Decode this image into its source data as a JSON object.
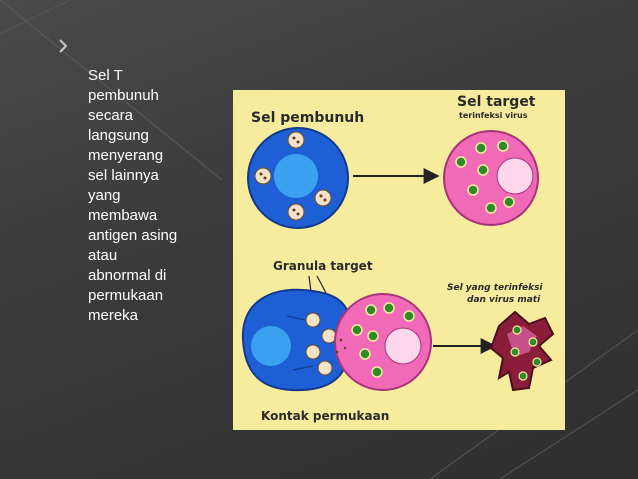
{
  "slide": {
    "body_text": "Sel T\npembunuh\nsecara\nlangsung\nmenyerang\nsel lainnya\nyang\nmembawa\nantigen asing\natau\nabnormal di\npermukaan\nmereka"
  },
  "figure": {
    "label_killer": "Sel pembunuh",
    "label_target": "Sel target",
    "label_target_sub": "terinfeksi virus",
    "label_granula": "Granula target",
    "label_dead_1": "Sel yang terinfeksi",
    "label_dead_2": "dan virus mati",
    "label_contact": "Kontak permukaan"
  },
  "colors": {
    "background": "#3c3c3c",
    "panel": "#f7ec9e",
    "killer_cell": "#1f5fd6",
    "target_cell": "#f06ab8",
    "dead_cell": "#8a1e3a"
  }
}
